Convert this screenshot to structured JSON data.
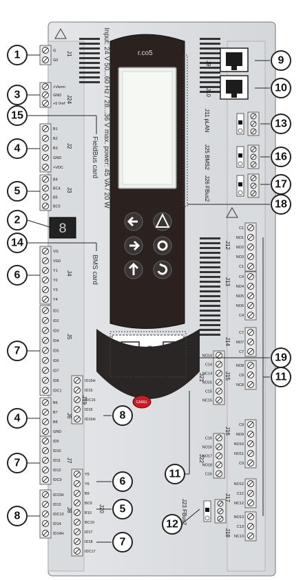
{
  "device": {
    "brand_logo": "r.co5",
    "fieldbus_card": "FieldBus card",
    "bms_card": "BMS card",
    "power_spec": "Input: 24 V 50...60 Hz / 28...36 V\nmax. power: 45 VA / 20 W",
    "carel_logo": "CAREL"
  },
  "callouts": [
    "1",
    "2",
    "3",
    "4",
    "5",
    "6",
    "7",
    "8",
    "9",
    "10",
    "11",
    "12",
    "13",
    "14",
    "15",
    "16",
    "17",
    "18",
    "19"
  ],
  "connectors": {
    "J1": "J1",
    "J24": "J24",
    "J2": "J2",
    "J3": "J3",
    "J4": "J4",
    "J5": "J5",
    "J6": "J6",
    "J7": "J7",
    "J8": "J8",
    "J9": "J9",
    "J10": "J10",
    "J11": "J11 pLAN",
    "J12": "J12",
    "J13": "J13",
    "J14": "J14",
    "J15": "J15",
    "J16": "J16",
    "J17": "J17",
    "J18": "J18",
    "J19": "J19",
    "J20": "J20",
    "J21": "J21",
    "J22": "J22",
    "J23": "J23 FBus2",
    "J25": "J25 BMS2",
    "J26": "J26 FBus2"
  },
  "pins": {
    "J1": [
      "G",
      "G0"
    ],
    "J24": [
      "+Vterm",
      "GND",
      "+5 Vref"
    ],
    "J2": [
      "B1",
      "B2",
      "B3",
      "GND",
      "+VDC"
    ],
    "J3": [
      "B4",
      "BC4",
      "B5",
      "BC5"
    ],
    "J4": [
      "VG",
      "VG0",
      "Y1",
      "Y2",
      "Y3",
      "Y4"
    ],
    "J5": [
      "ID1",
      "ID2",
      "ID3",
      "ID4",
      "ID5",
      "ID6",
      "ID7",
      "ID8",
      "IDC1"
    ],
    "J6": [
      "B6",
      "B7",
      "B8",
      "GND"
    ],
    "J7": [
      "ID9",
      "ID10",
      "ID11",
      "ID12",
      "IDC9"
    ],
    "J8": [
      "ID13H",
      "ID13",
      "IDC13",
      "ID14",
      "ID14H"
    ],
    "J19": [
      "ID15H",
      "ID15",
      "IDC15",
      "ID16",
      "ID16H"
    ],
    "J20": [
      "Y5",
      "Y6",
      "B9",
      "BC9",
      "B10",
      "BC10",
      "ID17",
      "ID18",
      "IDC17"
    ],
    "J12": [
      "C1",
      "NO1",
      "NO2",
      "NO3",
      "C1"
    ],
    "J13": [
      "C4",
      "NO4",
      "NO5",
      "NO6",
      "C4"
    ],
    "J14": [
      "C7",
      "NO7",
      "C7"
    ],
    "J15": [
      "NO8",
      "C8",
      "NC8"
    ],
    "J21": [
      "NO14",
      "C14",
      "NC14",
      "NO15",
      "C15",
      "NC15"
    ],
    "J16": [
      "C9",
      "NO9",
      "NO10",
      "NO11",
      "C9"
    ],
    "J22": [
      "C16",
      "NO16",
      "NO17",
      "NO18",
      "C16"
    ],
    "J17": [
      "NO12",
      "C12",
      "NC12"
    ],
    "J18": [
      "NO13",
      "C13",
      "NC13"
    ]
  }
}
